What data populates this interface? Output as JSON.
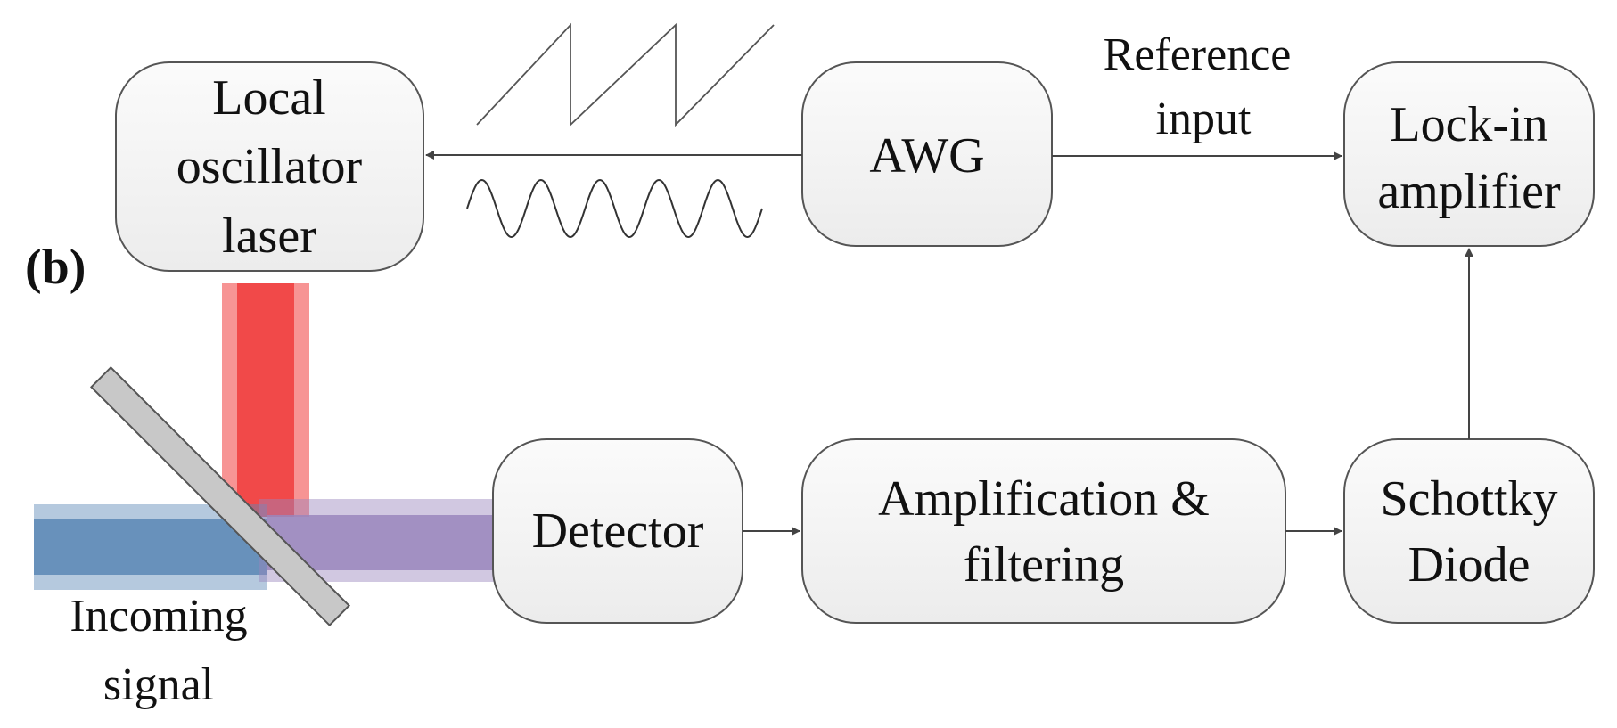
{
  "panel_label": "(b)",
  "blocks": {
    "local_oscillator": [
      "Local",
      "oscillator",
      "laser"
    ],
    "awg": [
      "AWG"
    ],
    "lockin": [
      "Lock-in",
      "amplifier"
    ],
    "detector": [
      "Detector"
    ],
    "amplification": [
      "Amplification &",
      "filtering"
    ],
    "schottky": [
      "Schottky",
      "Diode"
    ]
  },
  "labels": {
    "reference": [
      "Reference",
      "input"
    ],
    "incoming": [
      "Incoming",
      "signal"
    ]
  },
  "colors": {
    "box_fill": "#f4f4f4",
    "box_stroke": "#555555",
    "arrow": "#444444",
    "lo_beam": "#f03c3c",
    "signal_beam": "#5a87b5",
    "mixed_beam": "#9a86bc",
    "splitter": "#c8c8c8"
  },
  "icons": [
    "sawtooth-waveform-icon",
    "sine-waveform-icon"
  ]
}
